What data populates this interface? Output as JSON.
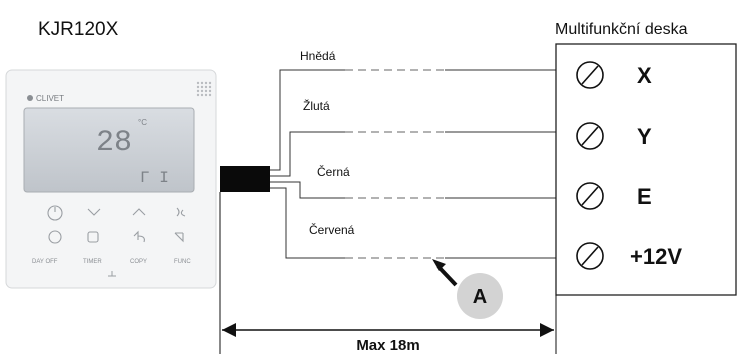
{
  "controller": {
    "model_label": "KJR120X",
    "brand": "CLIVET",
    "display_temp": "28",
    "display_unit": "°C",
    "display_code": "Г I",
    "buttons": [
      {
        "label": "DAY OFF"
      },
      {
        "label": "TIMER"
      },
      {
        "label": "COPY"
      },
      {
        "label": "FUNC"
      }
    ]
  },
  "board": {
    "title": "Multifunkční deska",
    "terminals": [
      {
        "label": "X"
      },
      {
        "label": "Y"
      },
      {
        "label": "E"
      },
      {
        "label": "+12V"
      }
    ]
  },
  "wires": [
    {
      "color_name": "Hnědá"
    },
    {
      "color_name": "Žlutá"
    },
    {
      "color_name": "Černá"
    },
    {
      "color_name": "Červená"
    }
  ],
  "callout": {
    "label": "A"
  },
  "dimension": {
    "label": "Max 18m"
  }
}
